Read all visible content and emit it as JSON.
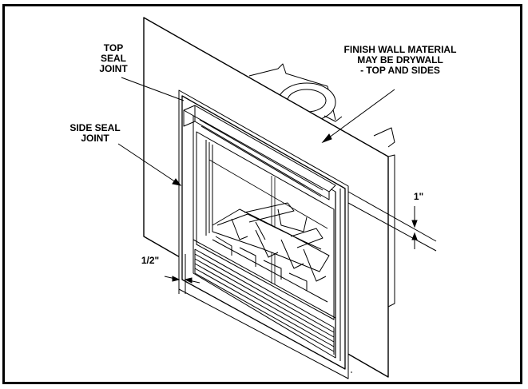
{
  "labels": {
    "top_seal": [
      "TOP",
      "SEAL",
      "JOINT"
    ],
    "finish_wall": [
      "FINISH WALL MATERIAL",
      "MAY BE DRYWALL",
      "- TOP AND SIDES"
    ],
    "side_seal": [
      "SIDE SEAL",
      "JOINT"
    ],
    "dim_one_inch": "1\"",
    "dim_half_inch": "1/2\""
  }
}
